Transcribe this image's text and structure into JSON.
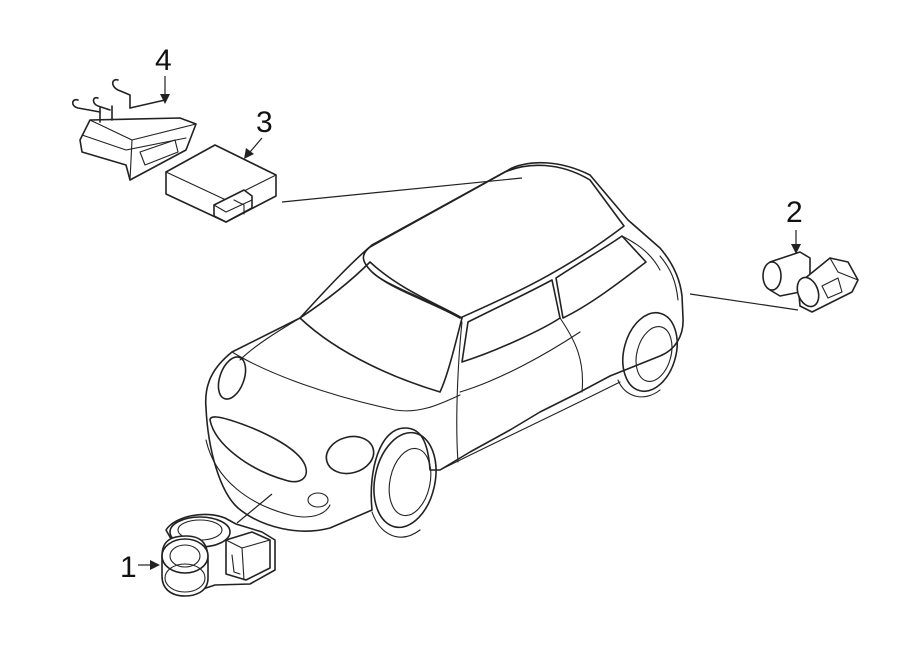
{
  "callouts": {
    "c1": "1",
    "c2": "2",
    "c3": "3",
    "c4": "4"
  },
  "colors": {
    "line": "#222222",
    "background": "#ffffff"
  }
}
